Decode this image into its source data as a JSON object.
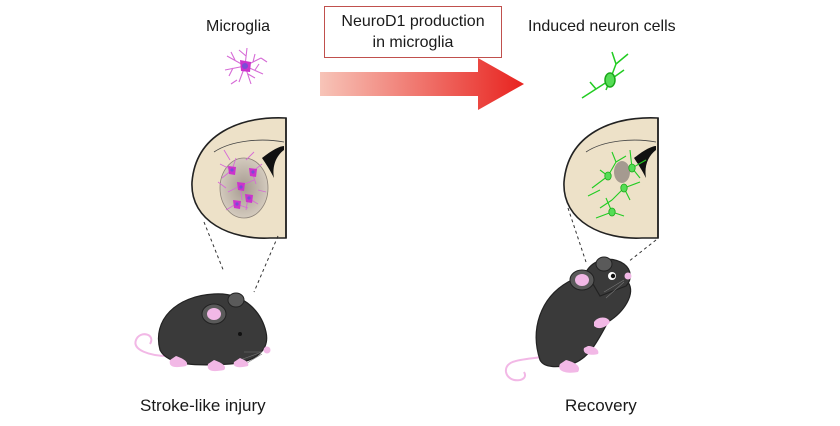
{
  "labels": {
    "microglia": "Microglia",
    "process_line1": "NeuroD1 production",
    "process_line2": "in microglia",
    "induced_neurons": "Induced neuron cells",
    "injury": "Stroke-like injury",
    "recovery": "Recovery"
  },
  "colors": {
    "microglia": "#cc33cc",
    "microglia_light": "#e6a3e6",
    "neuron": "#22cc22",
    "brain": "#ede1c8",
    "lesion": "#bdb2a6",
    "mouse_body": "#3a3a3a",
    "mouse_pink": "#f2b8e6",
    "arrow_start": "#f7c4b8",
    "arrow_end": "#e8231f",
    "callout_border": "#c0504d"
  },
  "icons": [
    "microglia-cell-icon",
    "neuron-cell-icon",
    "brain-section-icon",
    "mouse-icon",
    "arrow-icon"
  ]
}
